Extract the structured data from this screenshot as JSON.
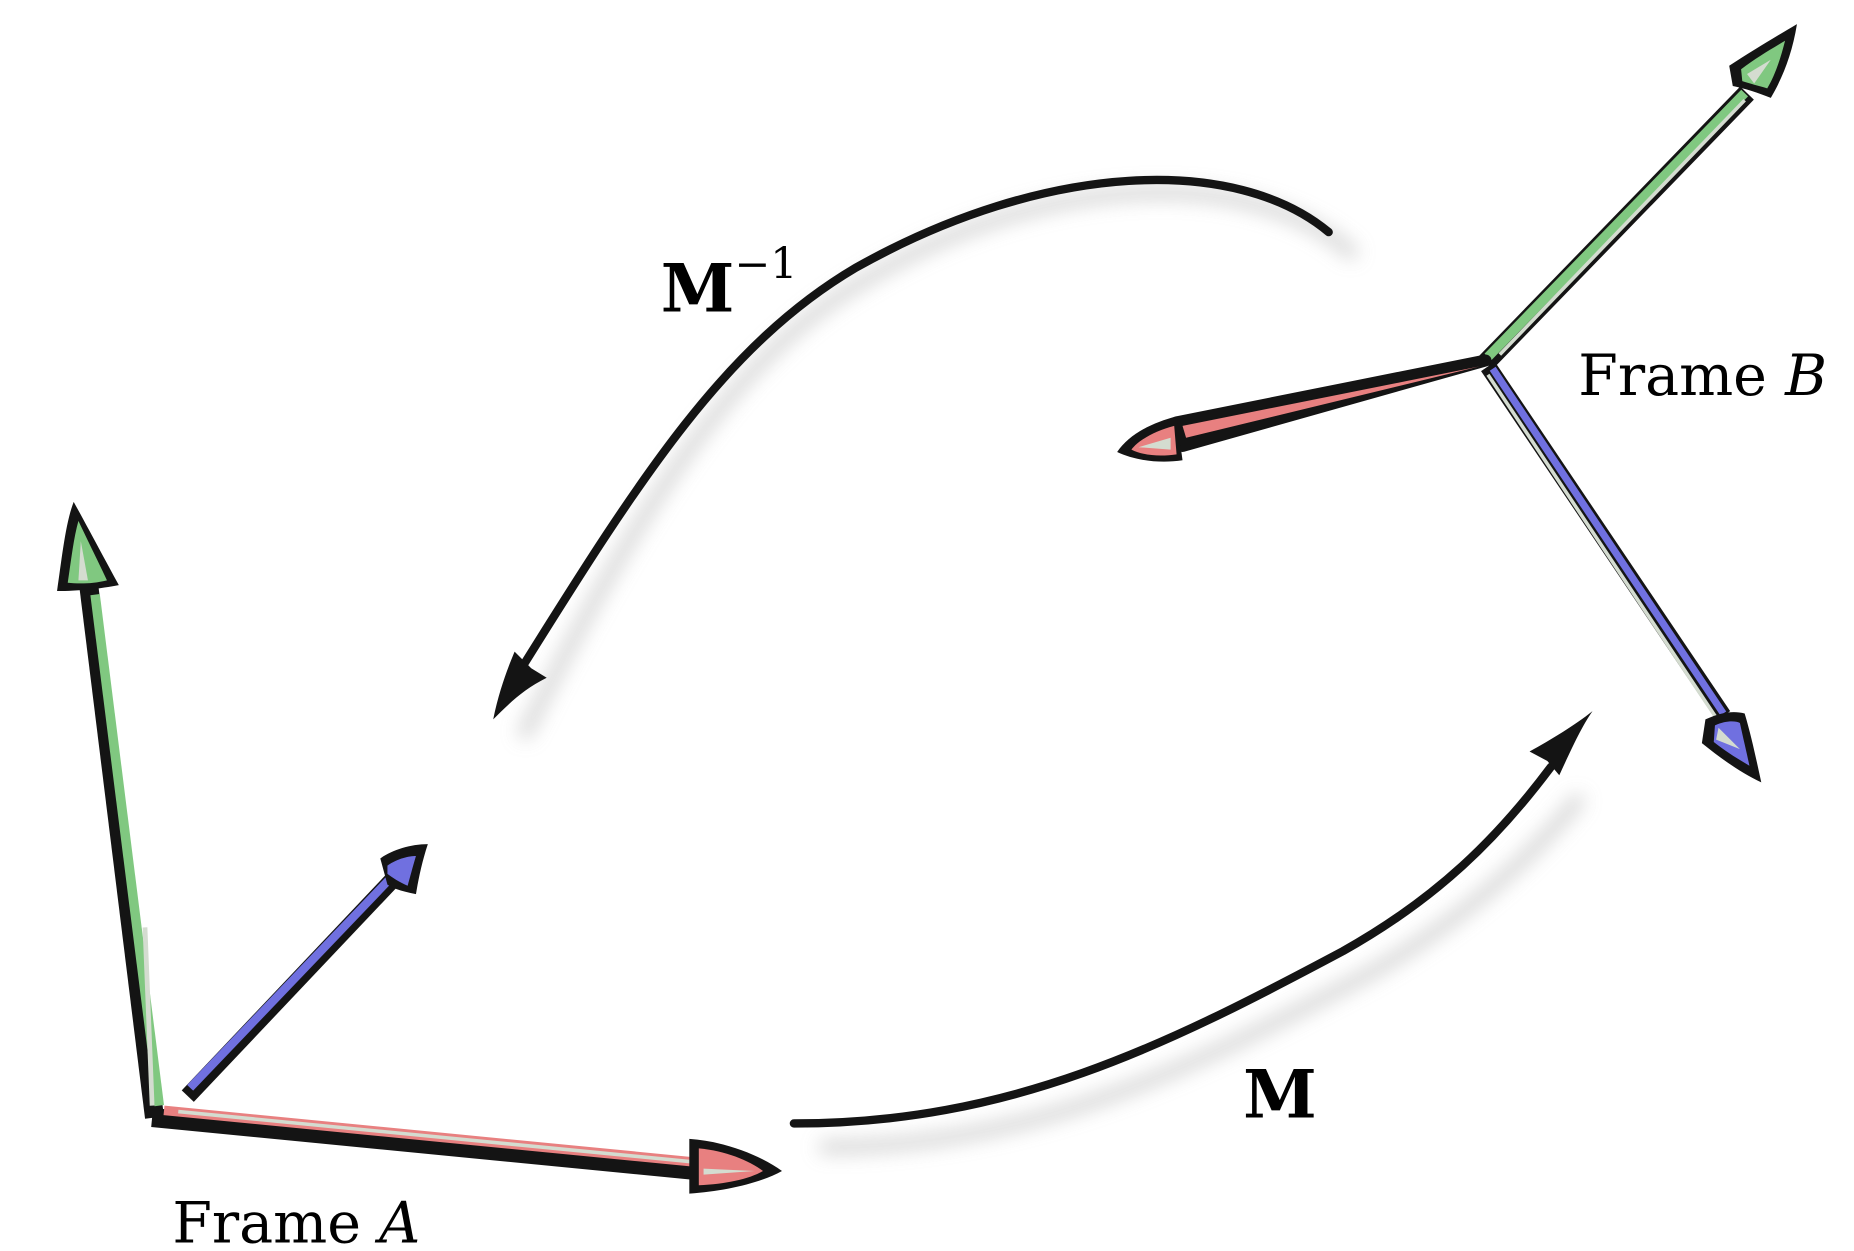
{
  "labels": {
    "frame_a": "Frame A",
    "frame_a_prefix": "Frame ",
    "frame_a_var": "A",
    "frame_b_prefix": "Frame ",
    "frame_b_var": "B",
    "transform": "M",
    "inverse_transform": "M",
    "inverse_exponent": "−1"
  },
  "colors": {
    "x_axis": "#e88080",
    "y_axis": "#80c880",
    "z_axis": "#7070e0",
    "outline": "#141414",
    "highlight": "#d4dcd0"
  }
}
